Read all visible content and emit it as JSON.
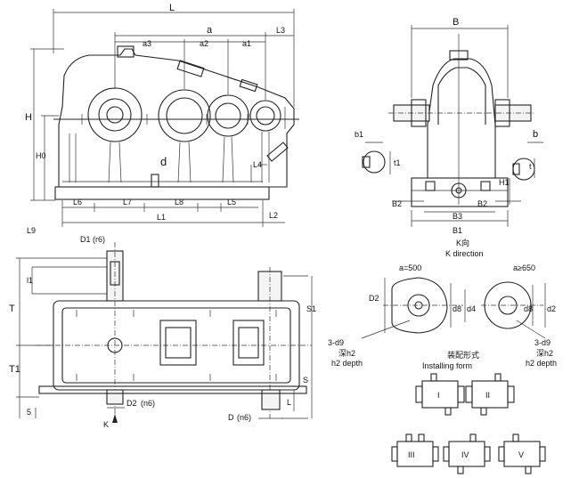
{
  "labels": {
    "L": "L",
    "a": "a",
    "a3": "a3",
    "a2": "a2",
    "a1": "a1",
    "L3": "L3",
    "H": "H",
    "H0": "H0",
    "d": "d",
    "L4": "L4",
    "L6": "L6",
    "L7": "L7",
    "L8": "L8",
    "L5": "L5",
    "L1": "L1",
    "L2": "L2",
    "L9": "L9",
    "B": "B",
    "b1": "b1",
    "t1": "t1",
    "b": "b",
    "t": "t",
    "H1": "H1",
    "B2_left": "B2",
    "B2_right": "B2",
    "B3": "B3",
    "B1": "B1",
    "D1": "D1",
    "D1_tol": "(r6)",
    "l1": "l1",
    "T": "T",
    "T1": "T1",
    "S1": "S1",
    "S": "S",
    "five": "5",
    "D2": "D2",
    "D2_tol": "(n6)",
    "K_arrow": "K",
    "D": "D",
    "D_tol": "(n6)",
    "L_side": "L",
    "K_dir_cn": "K向",
    "K_dir_en": "K direction",
    "a500": "a=500",
    "a650": "a≥650",
    "D2_k": "D2",
    "d8_left": "d8",
    "d4": "d4",
    "d8_right": "d8",
    "d2": "d2",
    "d9_left": "3-d9",
    "h2_cn_left": "深h2",
    "h2_en_left": "h2 depth",
    "d9_right": "3-d9",
    "h2_cn_right": "深h2",
    "h2_en_right": "h2 depth",
    "install_cn": "装配形式",
    "install_en": "Installing form",
    "form1": "I",
    "form2": "II",
    "form3": "III",
    "form4": "IV",
    "form5": "V"
  }
}
